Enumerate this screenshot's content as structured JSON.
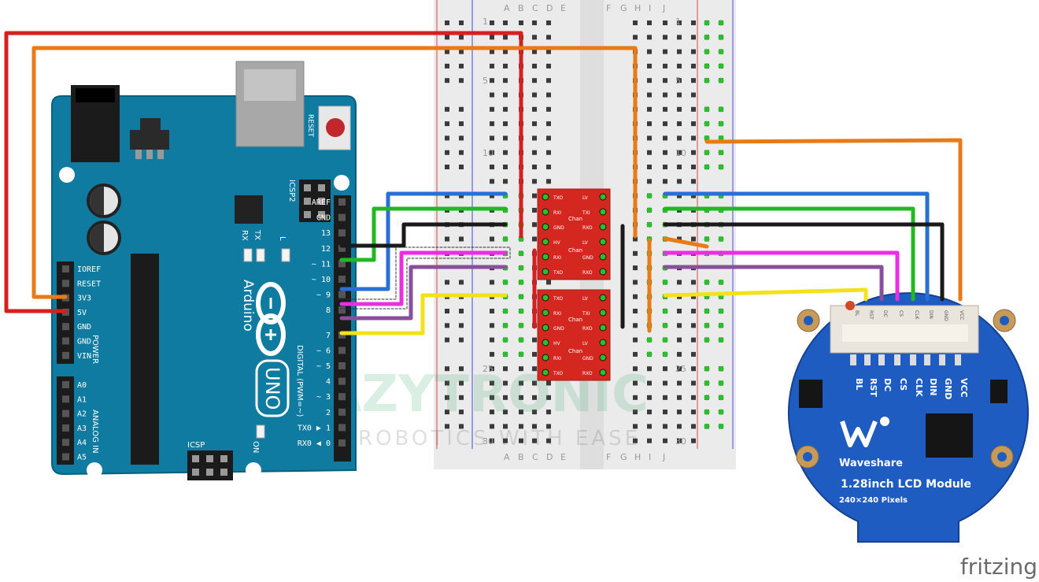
{
  "arduino": {
    "brand": "Arduino",
    "model": "UNO",
    "reset_label": "RESET",
    "icsp2_label": "ICSP2",
    "icsp_label": "ICSP",
    "on_label": "ON",
    "tx_label": "TX",
    "rx_label": "RX",
    "l_label": "L",
    "digital_label": "DIGITAL (PWM=~)",
    "power_label": "POWER",
    "analog_label": "ANALOG IN",
    "digital_pins": [
      "AREF",
      "GND",
      "13",
      "12",
      "~ 11",
      "~ 10",
      "~ 9",
      "8",
      "7",
      "~ 6",
      "~ 5",
      "4",
      "~ 3",
      "2",
      "TX0 ▶ 1",
      "RX0 ◀ 0"
    ],
    "power_pins": [
      "IOREF",
      "RESET",
      "3V3",
      "5V",
      "GND",
      "GND",
      "VIN"
    ],
    "analog_pins": [
      "A0",
      "A1",
      "A2",
      "A3",
      "A4",
      "A5"
    ]
  },
  "breadboard": {
    "columns_left": [
      "A",
      "B",
      "C",
      "D",
      "E"
    ],
    "columns_right": [
      "F",
      "G",
      "H",
      "I",
      "J"
    ],
    "row_numbers_left": [
      "1",
      "5",
      "10",
      "25",
      "30"
    ],
    "row_numbers_right": [
      "1",
      "5",
      "10",
      "25",
      "30"
    ]
  },
  "level_shifter": {
    "modules": [
      {
        "left_pins": [
          "TXO",
          "RXI",
          "GND",
          "HV",
          "RXI",
          "TXO"
        ],
        "right_pins": [
          "LV",
          "TXI",
          "RXO",
          "LV",
          "GND",
          "RXO",
          "TXI",
          "LV"
        ],
        "chan_label": "Chan"
      },
      {
        "left_pins": [
          "TXO",
          "RXI",
          "GND",
          "HV",
          "RXI",
          "TXO"
        ],
        "right_pins": [
          "LV",
          "TXI",
          "RXO",
          "LV",
          "GND",
          "RXO",
          "TXI",
          "LV"
        ],
        "chan_label": "Chan"
      }
    ]
  },
  "lcd": {
    "pins": [
      "BL",
      "RST",
      "DC",
      "CS",
      "CLK",
      "DIN",
      "GND",
      "VCC"
    ],
    "brand": "Waveshare",
    "title": "1.28inch LCD Module",
    "subtitle": "240×240 Pixels"
  },
  "watermark": {
    "name": "AZYTRONIC",
    "tagline": "ROBOTICS WITH EASE"
  },
  "footer": {
    "credit": "fritzing"
  },
  "colors": {
    "board": "#0f7ba0",
    "breadboard": "#ececec",
    "shifter": "#d4271f",
    "lcd": "#1f5cc2",
    "wire_red": "#d42020",
    "wire_orange": "#e87a18",
    "wire_blue": "#2a6fd6",
    "wire_green": "#22b822",
    "wire_black": "#1a1a1a",
    "wire_magenta": "#ea2fe0",
    "wire_purple": "#8a4f9c",
    "wire_yellow": "#f2e21a"
  }
}
